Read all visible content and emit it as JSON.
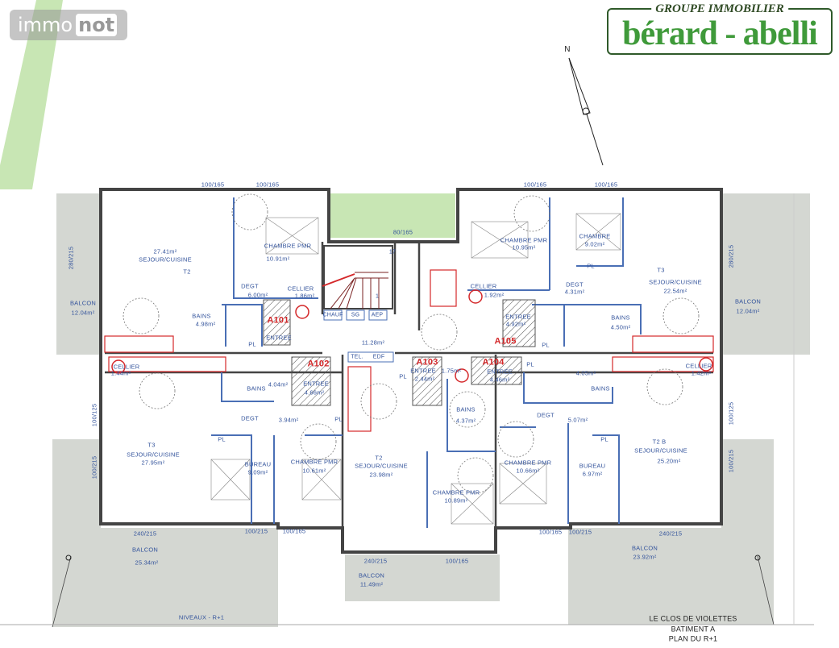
{
  "logos": {
    "immonot": {
      "part1": "immo",
      "part2": "not"
    },
    "brand": {
      "group": "GROUPE IMMOBILIER",
      "name": "bérard - abelli"
    }
  },
  "compass": {
    "north_label": "N"
  },
  "labels": [
    {
      "text": "27.41m²"
    },
    {
      "text": "SEJOUR/CUISINE"
    },
    {
      "text": "T2"
    },
    {
      "text": "CHAMBRE PMR"
    },
    {
      "text": "10.91m²"
    },
    {
      "text": "DEGT"
    },
    {
      "text": "6.00m²"
    },
    {
      "text": "CELLIER"
    },
    {
      "text": "1.86m²"
    },
    {
      "text": "BAINS"
    },
    {
      "text": "4.98m²"
    },
    {
      "text": "A101"
    },
    {
      "text": "ENTREE"
    },
    {
      "text": "PL"
    },
    {
      "text": "CHAMBRE PMR"
    },
    {
      "text": "10.95m²"
    },
    {
      "text": "CHAMBRE"
    },
    {
      "text": "9.02m²"
    },
    {
      "text": "PL"
    },
    {
      "text": "T3"
    },
    {
      "text": "SEJOUR/CUISINE"
    },
    {
      "text": "22.54m²"
    },
    {
      "text": "DEGT"
    },
    {
      "text": "4.31m²"
    },
    {
      "text": "CELLIER"
    },
    {
      "text": "1.92m²"
    },
    {
      "text": "ENTREE"
    },
    {
      "text": "4.92m²"
    },
    {
      "text": "A105"
    },
    {
      "text": "BAINS"
    },
    {
      "text": "4.50m²"
    },
    {
      "text": "PL"
    },
    {
      "text": "BALCON"
    },
    {
      "text": "12.04m²"
    },
    {
      "text": "BALCON"
    },
    {
      "text": "12.04m²"
    },
    {
      "text": "CHAUF"
    },
    {
      "text": "SG"
    },
    {
      "text": "AEP"
    },
    {
      "text": "17"
    },
    {
      "text": "1"
    },
    {
      "text": "11.28m²"
    },
    {
      "text": "TEL."
    },
    {
      "text": "EDF"
    },
    {
      "text": "CELLIER"
    },
    {
      "text": "1.44m²"
    },
    {
      "text": "BAINS"
    },
    {
      "text": "4.04m²"
    },
    {
      "text": "A102"
    },
    {
      "text": "ENTREE"
    },
    {
      "text": "4.66m²"
    },
    {
      "text": "DEGT"
    },
    {
      "text": "3.94m²"
    },
    {
      "text": "PL"
    },
    {
      "text": "PL"
    },
    {
      "text": "T3"
    },
    {
      "text": "SEJOUR/CUISINE"
    },
    {
      "text": "27.95m²"
    },
    {
      "text": "BUREAU"
    },
    {
      "text": "9.09m²"
    },
    {
      "text": "CHAMBRE PMR"
    },
    {
      "text": "10.61m²"
    },
    {
      "text": "A103"
    },
    {
      "text": "ENTREE"
    },
    {
      "text": "2.44m²"
    },
    {
      "text": "1.75m²"
    },
    {
      "text": "BAINS"
    },
    {
      "text": "4.37m²"
    },
    {
      "text": "T2"
    },
    {
      "text": "SEJOUR/CUISINE"
    },
    {
      "text": "23.98m²"
    },
    {
      "text": "CHAMBRE PMR"
    },
    {
      "text": "10.89m²"
    },
    {
      "text": "PL"
    },
    {
      "text": "A104"
    },
    {
      "text": "ENTREE"
    },
    {
      "text": "4.46m²"
    },
    {
      "text": "PL"
    },
    {
      "text": "4.05m²"
    },
    {
      "text": "BAINS"
    },
    {
      "text": "CELLIER"
    },
    {
      "text": "1.42m²"
    },
    {
      "text": "DEGT"
    },
    {
      "text": "5.07m²"
    },
    {
      "text": "PL"
    },
    {
      "text": "T2 B"
    },
    {
      "text": "SEJOUR/CUISINE"
    },
    {
      "text": "25.20m²"
    },
    {
      "text": "CHAMBRE PMR"
    },
    {
      "text": "10.66m²"
    },
    {
      "text": "BUREAU"
    },
    {
      "text": "6.97m²"
    },
    {
      "text": "100/165"
    },
    {
      "text": "100/165"
    },
    {
      "text": "100/165"
    },
    {
      "text": "100/165"
    },
    {
      "text": "80/165"
    },
    {
      "text": "280/215"
    },
    {
      "text": "280/215"
    },
    {
      "text": "100/125"
    },
    {
      "text": "100/125"
    },
    {
      "text": "100/215"
    },
    {
      "text": "100/215"
    },
    {
      "text": "240/215"
    },
    {
      "text": "100/215"
    },
    {
      "text": "100/165"
    },
    {
      "text": "240/215"
    },
    {
      "text": "100/165"
    },
    {
      "text": "100/165"
    },
    {
      "text": "100/215"
    },
    {
      "text": "240/215"
    },
    {
      "text": "BALCON"
    },
    {
      "text": "25.34m²"
    },
    {
      "text": "BALCON"
    },
    {
      "text": "11.49m²"
    },
    {
      "text": "BALCON"
    },
    {
      "text": "23.92m²"
    },
    {
      "text": "NIVEAUX - R+1"
    },
    {
      "text": "LE CLOS DE VIOLETTES"
    },
    {
      "text": "BATIMENT A"
    },
    {
      "text": "PLAN DU R+1"
    }
  ]
}
